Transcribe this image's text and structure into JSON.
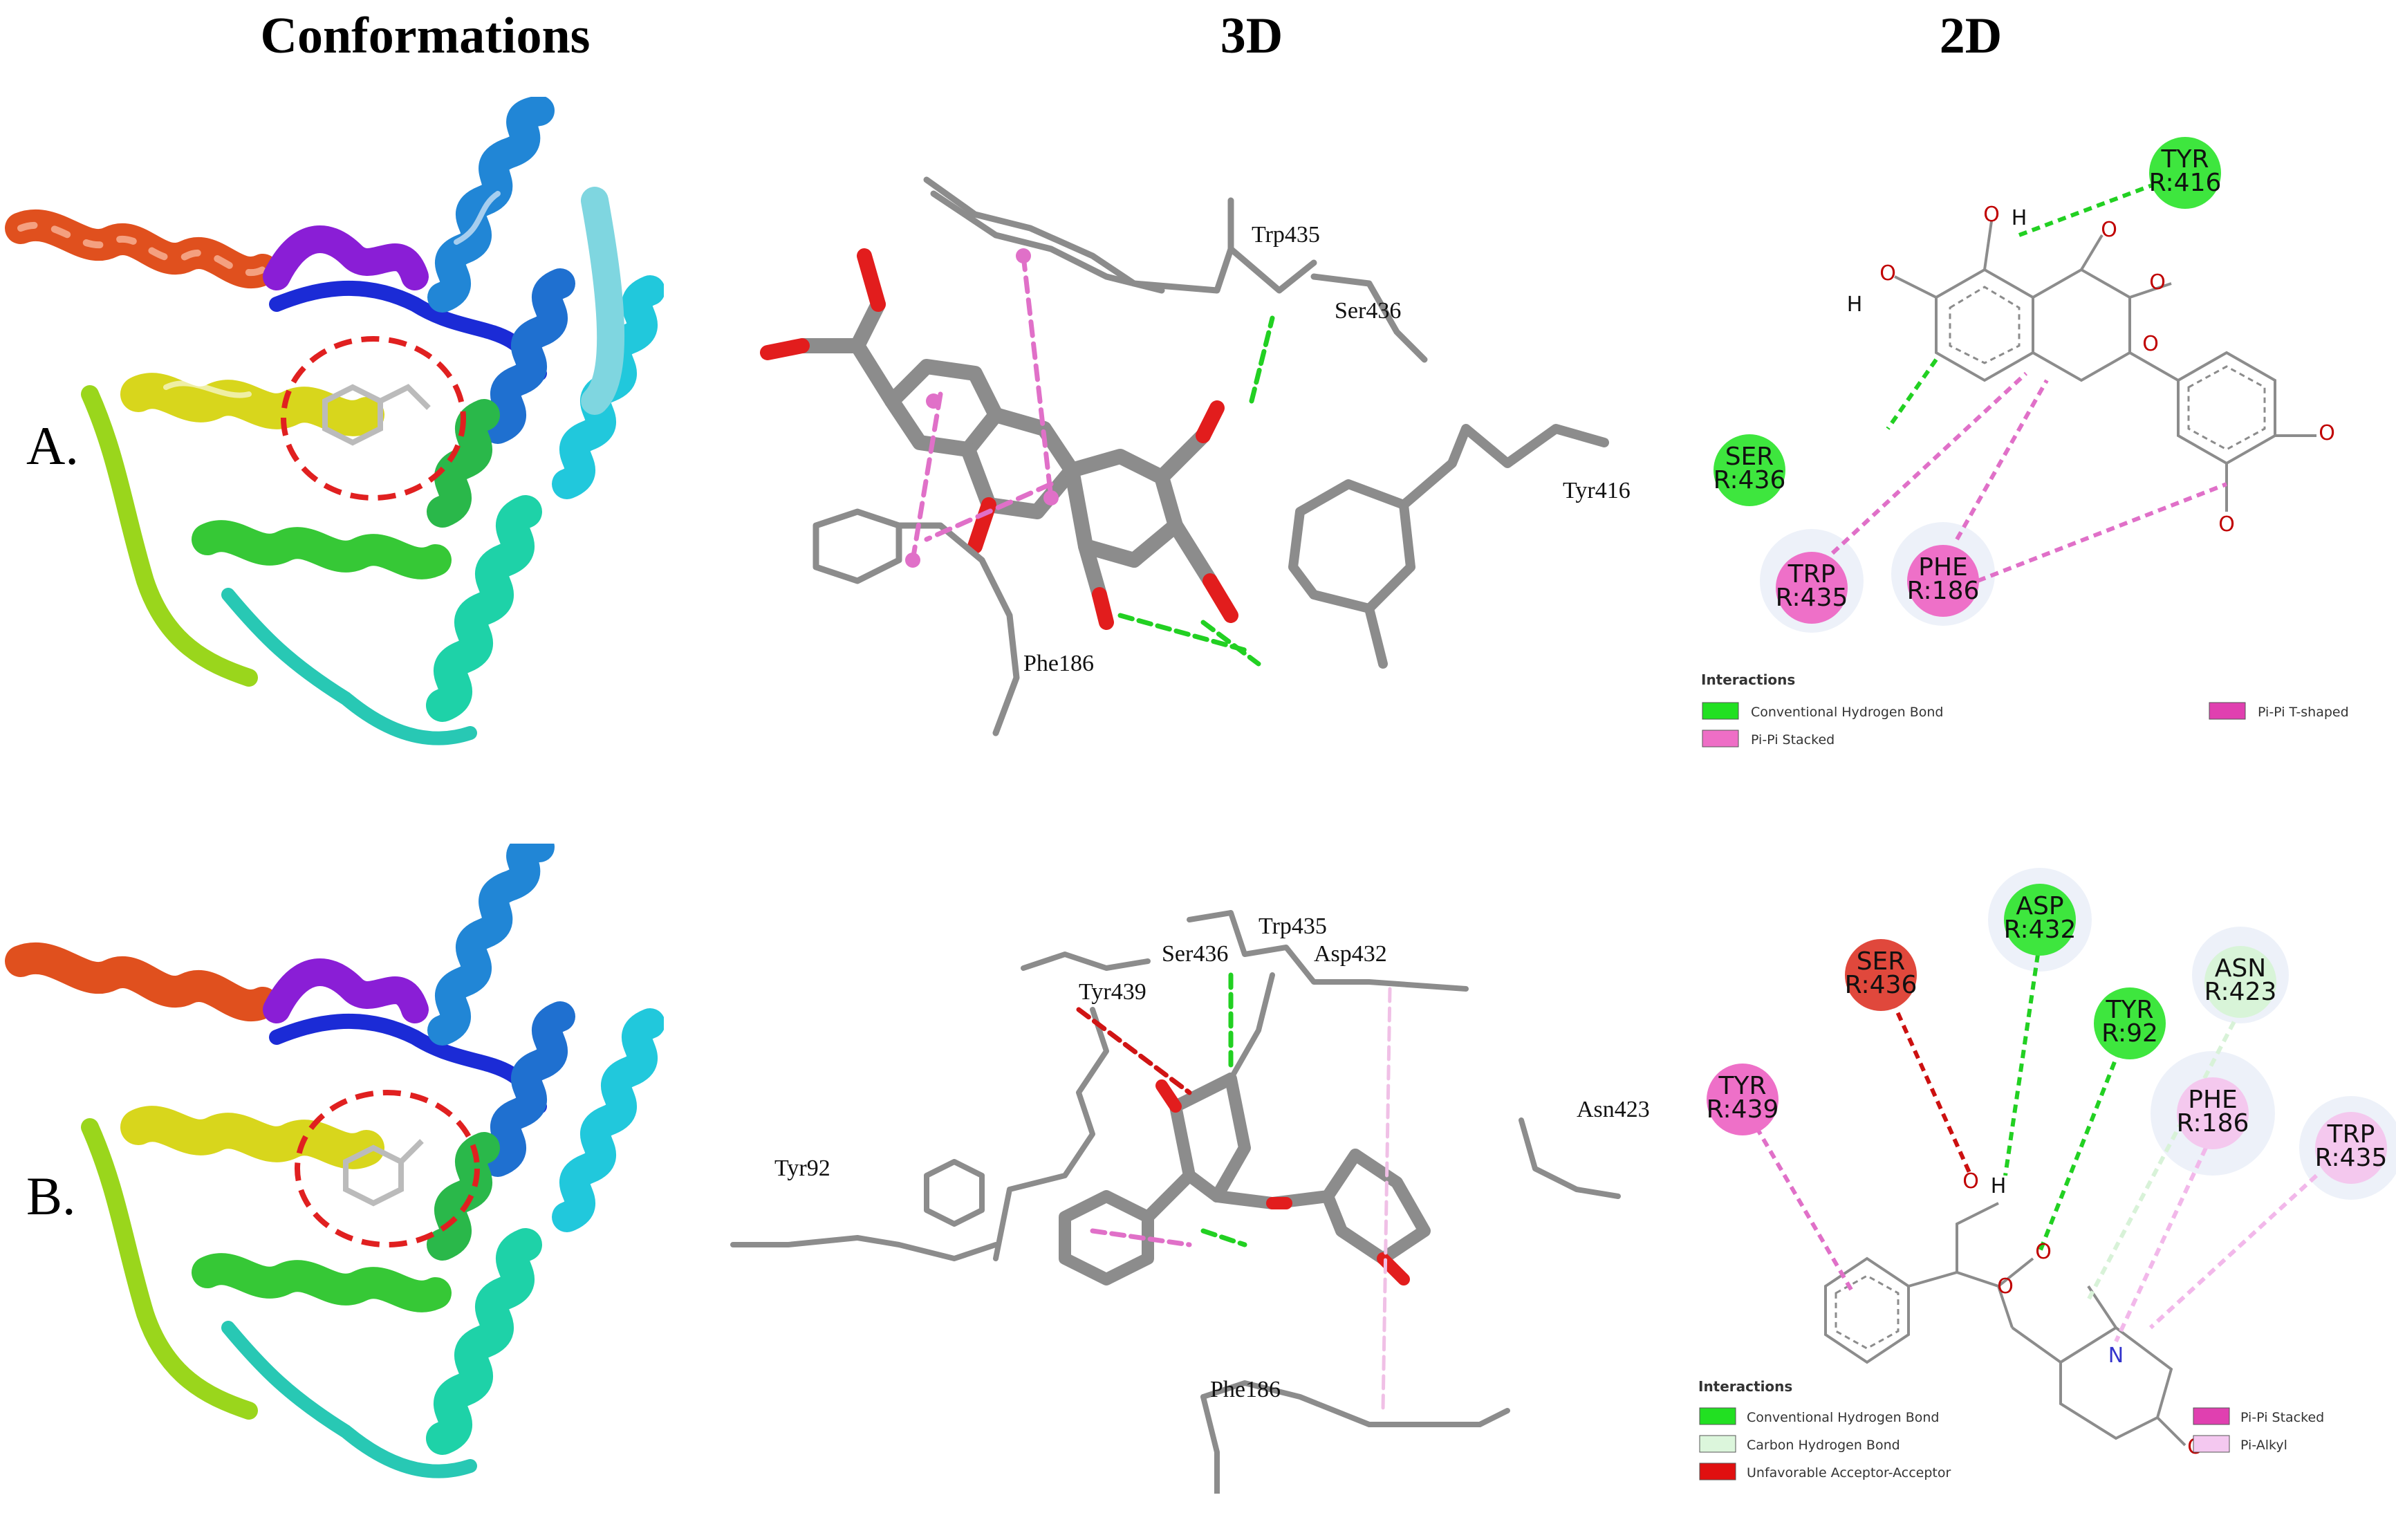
{
  "headers": {
    "conformations": "Conformations",
    "three_d": "3D",
    "two_d": "2D"
  },
  "rows": [
    {
      "label": "A.",
      "residues_3d": [
        "Trp435",
        "Ser436",
        "Tyr416",
        "Phe186"
      ],
      "residues_2d": [
        {
          "name": "TYR",
          "num": "R:416",
          "color": "#3ee63e"
        },
        {
          "name": "SER",
          "num": "R:436",
          "color": "#3ee63e"
        },
        {
          "name": "TRP",
          "num": "R:435",
          "color": "#ee70c8"
        },
        {
          "name": "PHE",
          "num": "R:186",
          "color": "#ee70c8"
        }
      ],
      "legend": {
        "title": "Interactions",
        "items": [
          {
            "label": "Conventional Hydrogen Bond",
            "color": "#22e022"
          },
          {
            "label": "Pi-Pi Stacked",
            "color": "#ee6ec6"
          },
          {
            "label": "Pi-Pi T-shaped",
            "color": "#e040b0"
          }
        ]
      }
    },
    {
      "label": "B.",
      "residues_3d": [
        "Trp435",
        "Ser436",
        "Asp432",
        "Tyr439",
        "Asn423",
        "Tyr92",
        "Phe186"
      ],
      "residues_2d": [
        {
          "name": "ASP",
          "num": "R:432",
          "color": "#3ee63e"
        },
        {
          "name": "SER",
          "num": "R:436",
          "color": "#e0483c"
        },
        {
          "name": "ASN",
          "num": "R:423",
          "color": "#d8f4d8"
        },
        {
          "name": "TYR",
          "num": "R:92",
          "color": "#3ee63e"
        },
        {
          "name": "TYR",
          "num": "R:439",
          "color": "#ee70c8"
        },
        {
          "name": "PHE",
          "num": "R:186",
          "color": "#f4c8ee"
        },
        {
          "name": "TRP",
          "num": "R:435",
          "color": "#f4c8ee"
        }
      ],
      "legend": {
        "title": "Interactions",
        "items": [
          {
            "label": "Conventional Hydrogen Bond",
            "color": "#22e022"
          },
          {
            "label": "Carbon Hydrogen Bond",
            "color": "#dcf6dc"
          },
          {
            "label": "Unfavorable Acceptor-Acceptor",
            "color": "#e01010"
          },
          {
            "label": "Pi-Pi Stacked",
            "color": "#e040b0"
          },
          {
            "label": "Pi-Alkyl",
            "color": "#f4c8f0"
          }
        ]
      }
    }
  ],
  "atoms": {
    "oxygen": "O",
    "hydrogen": "H",
    "nitrogen": "N"
  }
}
